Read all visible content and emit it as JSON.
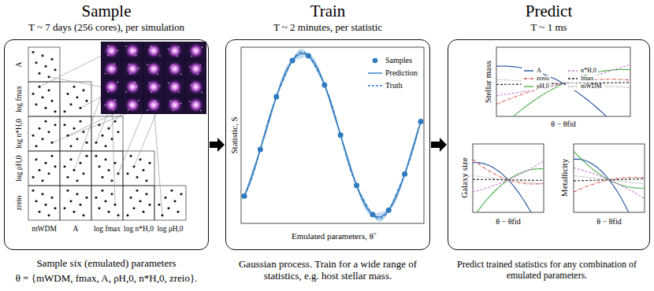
{
  "diagram": {
    "nodes": [
      {
        "text": [
          "Sample",
          "T ~ 7 days (256 cores), per simulation"
        ]
      },
      {
        "text": [
          "Train",
          "T ~ 2 minutes, per statistic"
        ]
      },
      {
        "text": [
          "Predict",
          "T ~ 1 ms"
        ]
      }
    ],
    "edges": [
      {
        "from": 0,
        "to": 1,
        "arrow": "to"
      },
      {
        "from": 1,
        "to": 2,
        "arrow": "to"
      }
    ],
    "labels": [
      "Sample six (emulated) parameters",
      "θ = {mWDM, fmax, A, ρH,0, n*H,0, zreio}.",
      "Gaussian process. Train for a wide range of statistics, e.g. host stellar mass.",
      "Predict trained statistics for any combination of emulated parameters.",
      "A",
      "log fmax",
      "log n*H,0",
      "log ρH,0",
      "zreio",
      "mWDM",
      "A",
      "log fmax",
      "log n*H,0",
      "log ρH,0",
      "Statistic, S",
      "Emulated parameters, θ̃",
      "Stellar mass",
      "θ − θfid",
      "Galaxy size",
      "θ − θfid",
      "Metallicity",
      "θ − θfid"
    ],
    "legend": [
      {
        "text": "Samples"
      },
      {
        "text": "Prediction"
      },
      {
        "text": "Truth"
      },
      {
        "text": "A"
      },
      {
        "text": "zreio"
      },
      {
        "text": "ρH,0"
      },
      {
        "text": "n*H,0"
      },
      {
        "text": "fmax"
      },
      {
        "text": "mWDM"
      }
    ]
  }
}
